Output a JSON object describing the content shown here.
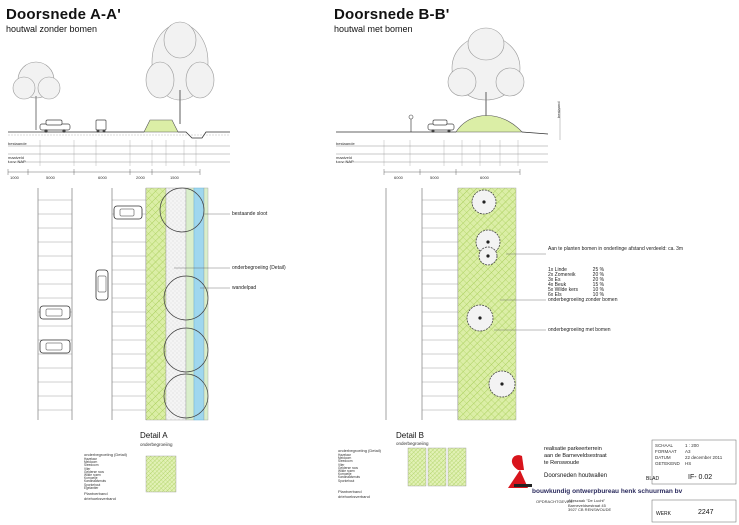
{
  "section_a": {
    "title": "Doorsnede A-A'",
    "subtitle": "houtwal zonder bomen",
    "row_labels": [
      "bestaande",
      "maaiveld t.o.v. NAP"
    ],
    "dims": [
      "1000",
      "5000",
      "6000",
      "2000",
      "1500"
    ]
  },
  "section_b": {
    "title": "Doorsnede B-B'",
    "subtitle": "houtwal met bomen",
    "row_labels": [
      "bestaande",
      "maaiveld t.o.v. NAP"
    ],
    "dims": [
      "6000",
      "5000",
      "6000"
    ],
    "side_label": "bestaand"
  },
  "plan_a": {
    "annotations": [
      "bestaande sloot",
      "onderbegroeiing (Detail)",
      "wandelpad"
    ]
  },
  "plan_b": {
    "species_header": "Aan te planten bomen in onderlinge afstand verdeeld: ca. 3m",
    "species": [
      {
        "code": "1x",
        "name": "Linde",
        "pct": "25 %"
      },
      {
        "code": "2x",
        "name": "Zomereik",
        "pct": "20 %"
      },
      {
        "code": "3x",
        "name": "Es",
        "pct": "20 %"
      },
      {
        "code": "4x",
        "name": "Beuk",
        "pct": "15 %"
      },
      {
        "code": "5x",
        "name": "Wilde kers",
        "pct": "10 %"
      },
      {
        "code": "6x",
        "name": "Els",
        "pct": "10 %"
      }
    ],
    "annotations": [
      "onderbegroeiing zonder bomen",
      "onderbegroeiing met bomen"
    ]
  },
  "detail_a": {
    "title": "Detail A",
    "subtitle": "onderbegroeiing",
    "list_header": "onderbegroeiing (Detail)",
    "list": [
      "Hazelaar",
      "Meidoorn",
      "Sleedoorn",
      "Vlier",
      "Gelderse roos",
      "Wilde rozen",
      "Kornoelje",
      "Kardinaalsmuts",
      "Sporkehout",
      "Egelantier"
    ],
    "foot": [
      "Plantverband",
      "driehoeksverband"
    ]
  },
  "detail_b": {
    "title": "Detail B",
    "subtitle": "onderbegroeiing",
    "list_header": "onderbegroeiing (Detail)",
    "list": [
      "Hazelaar",
      "Meidoorn",
      "Sleedoorn",
      "Vlier",
      "Gelderse roos",
      "Wilde rozen",
      "Kornoelje",
      "Kardinaalsmuts",
      "Sporkehout"
    ],
    "foot": [
      "Plantverband",
      "driehoeksverband"
    ]
  },
  "titleblock": {
    "project_lines": [
      "realisatie parkeerterrein",
      "aan de Barneveldsestraat",
      "te Renswoude"
    ],
    "drawing_name": "Doorsneden houtwallen",
    "firm": "bouwkundig ontwerpbureau henk schuurman bv",
    "client_label": "OPDRACHTGEVER:",
    "client_lines": [
      "Alleszaak \"De Lucht\"",
      "Barneveldsestraat 45",
      "3927 CB RENSWOUDE"
    ],
    "meta": [
      {
        "label": "SCHAAL",
        "value": "1 : 200"
      },
      {
        "label": "FORMAAT",
        "value": "A3"
      },
      {
        "label": "DATUM",
        "value": "22 december 2011"
      },
      {
        "label": "GETEKEND",
        "value": "HS"
      }
    ],
    "blad_label": "BLAD",
    "blad_value": "IF- 0.02",
    "werk_label": "WERK",
    "werk_value": "2247"
  },
  "colors": {
    "grass": "#d6ec9a",
    "hatch": "#b5d96a",
    "water": "#9fd7ee",
    "line": "#555555",
    "firm": "#2b2b5e",
    "logo_red": "#d8141c"
  }
}
